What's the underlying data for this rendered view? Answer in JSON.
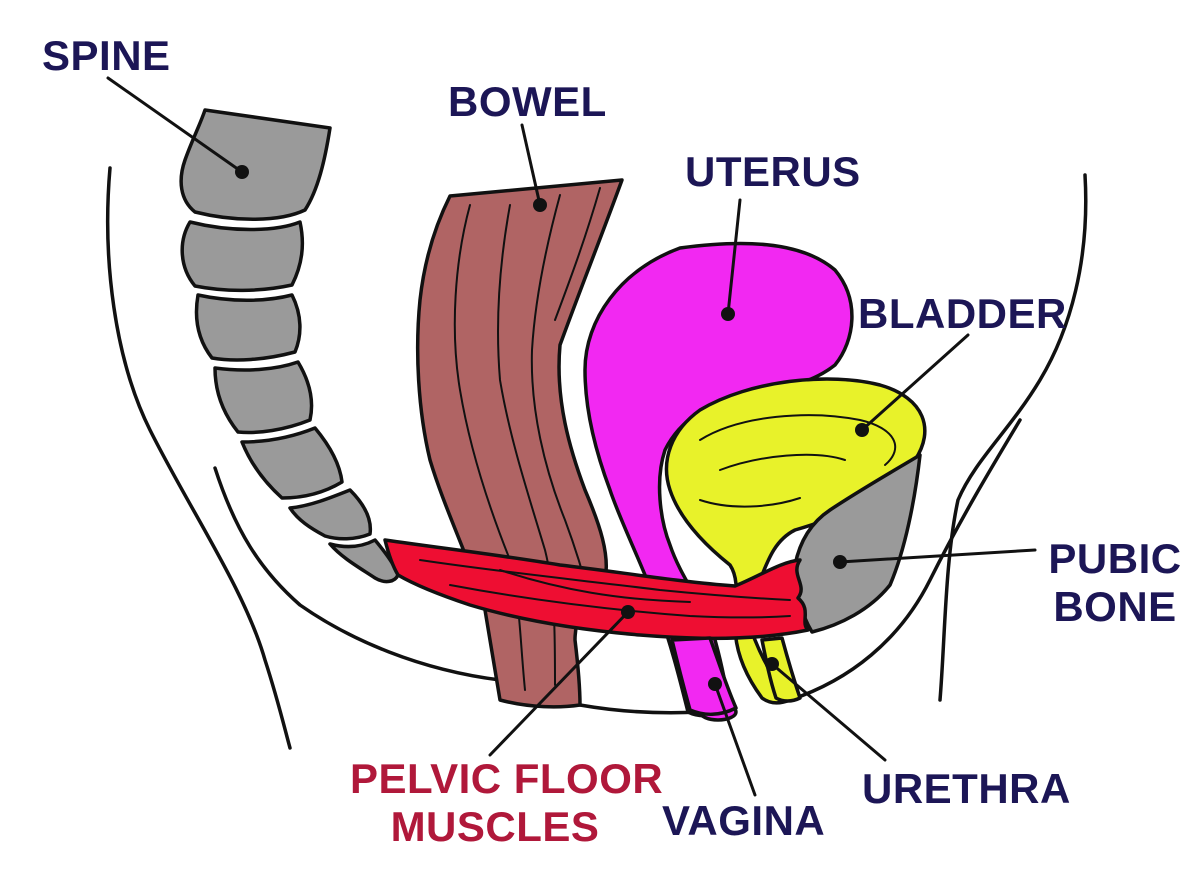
{
  "labels": {
    "spine": "SPINE",
    "bowel": "BOWEL",
    "uterus": "UTERUS",
    "bladder": "BLADDER",
    "pubic_bone_line1": "PUBIC",
    "pubic_bone_line2": "BONE",
    "pelvic_floor_line1": "PELVIC FLOOR",
    "pelvic_floor_line2": "MUSCLES",
    "vagina": "VAGINA",
    "urethra": "URETHRA"
  },
  "colors": {
    "label_text": "#1c1656",
    "pelvic_floor_text": "#b0183a",
    "bone": "#9a9a9a",
    "bowel": "#b06464",
    "uterus": "#f228f2",
    "bladder": "#e8f22a",
    "pelvic_floor": "#ee0e32",
    "outline": "#111111"
  }
}
